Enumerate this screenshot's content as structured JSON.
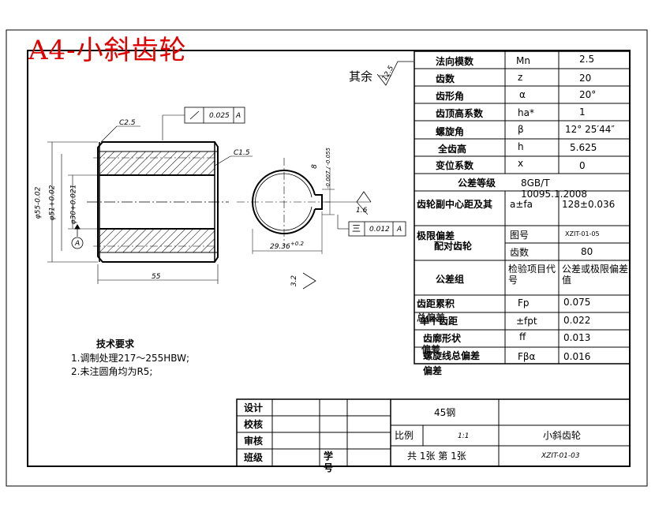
{
  "title": "A4-小斜齿轮",
  "surface_roughness": {
    "label": "其余",
    "value": "12.5"
  },
  "drawing": {
    "chamfer_left": "C2.5",
    "chamfer_right": "C1.5",
    "runout": {
      "value": "0.025",
      "datum": "A"
    },
    "dia_outer": "φ55-0.02",
    "dia_pitch": "φ51+0.02",
    "dia_bore": "φ30+0.021",
    "datum_label": "A",
    "length": "55",
    "keyway_width": "8",
    "keyway_tol": "-0.007 / -0.055",
    "keyway_depth": "29.36",
    "keyway_depth_tol": "+0.2",
    "roughness_small": "1.6",
    "roughness_side": "3.2",
    "symmetry": {
      "symbol": "三",
      "value": "0.012",
      "datum": "A"
    }
  },
  "params": [
    {
      "label": "法向模数",
      "symbol": "Mn",
      "value": "2.5"
    },
    {
      "label": "齿数",
      "symbol": "z",
      "value": "20"
    },
    {
      "label": "齿形角",
      "symbol": "α",
      "value": "20°"
    },
    {
      "label": "齿顶高系数",
      "symbol": "ha*",
      "value": "1"
    },
    {
      "label": "螺旋角",
      "symbol": "β",
      "value": "12° 25′44″"
    },
    {
      "label": "全齿高",
      "symbol": "h",
      "value": "5.625"
    },
    {
      "label": "变位系数",
      "symbol": "x",
      "value": "0"
    }
  ],
  "accuracy": {
    "label": "公差等级",
    "value1": "8GB/T",
    "value2": "10095.1.2008"
  },
  "center_distance": {
    "label": "齿轮副中心距及其",
    "label2": "极限偏差",
    "symbol": "a±fa",
    "value": "128±0.036"
  },
  "mating_gear": {
    "label": "配对齿轮",
    "drawing_no_label": "图号",
    "drawing_no": "XZIT-01-05",
    "teeth_label": "齿数",
    "teeth": "80"
  },
  "tolerance_group": {
    "label": "公差组",
    "item_label": "检验项目代号",
    "value_label": "公差或极限偏差值"
  },
  "inspections": [
    {
      "label": "齿距累积",
      "symbol": "Fp",
      "value": "0.075"
    },
    {
      "label": "单个齿距",
      "symbol": "±fpt",
      "value": "0.022"
    },
    {
      "label": "齿廓形状",
      "symbol": "ff",
      "value": "0.013"
    },
    {
      "label": "螺旋线总偏差",
      "symbol": "Fβα",
      "value": "0.016"
    }
  ],
  "overlap_text": {
    "a": "总偏差",
    "b": "偏差",
    "c": "偏差"
  },
  "tech_req": {
    "title": "技术要求",
    "items": [
      "1.调制处理217～255HBW;",
      "2.未注圆角均为R5;"
    ]
  },
  "title_block": {
    "design": "设计",
    "check": "校核",
    "review": "审核",
    "class": "班级",
    "student_no": "学号",
    "material": "45钢",
    "scale_label": "比例",
    "scale": "1:1",
    "part_name": "小斜齿轮",
    "sheets": "共 1张 第 1张",
    "drawing_no": "XZIT-01-03"
  }
}
